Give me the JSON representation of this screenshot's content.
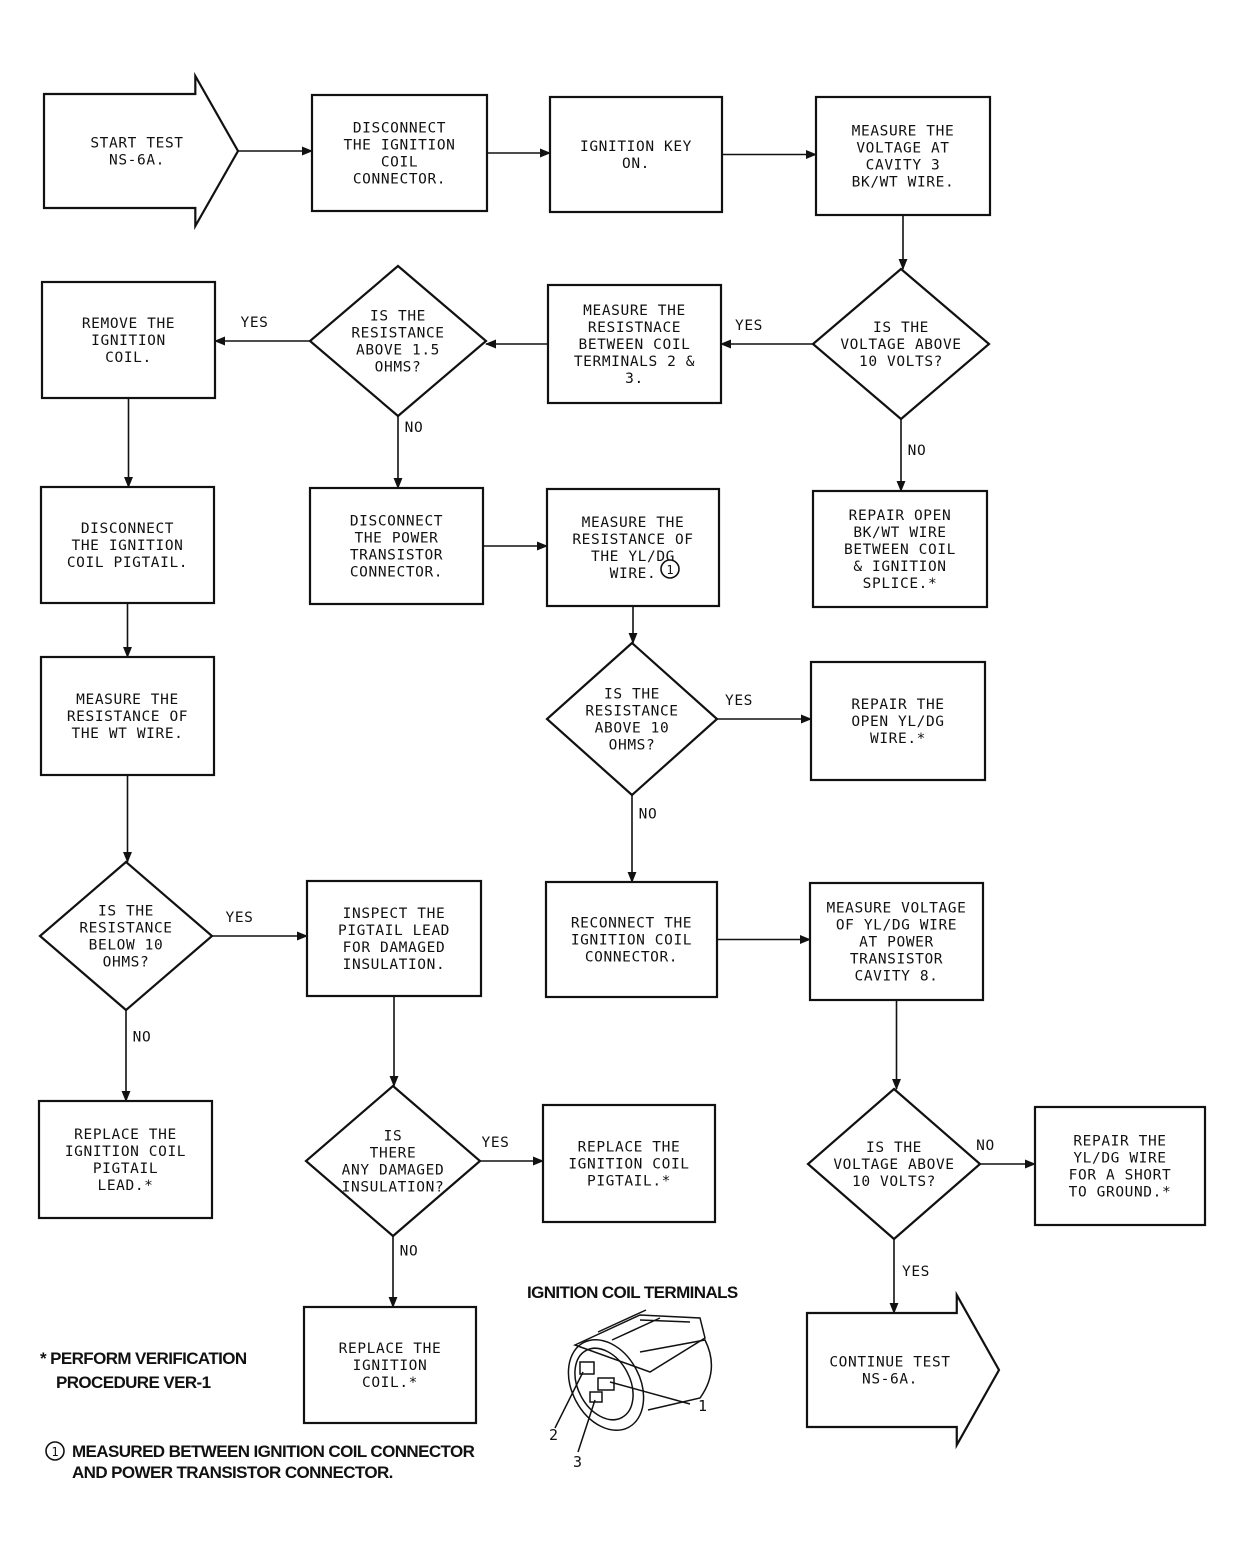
{
  "nodes": {
    "start": [
      "START TEST",
      "NS-6A."
    ],
    "disconnect_coil": [
      "DISCONNECT",
      "THE IGNITION",
      "COIL",
      "CONNECTOR."
    ],
    "key_on": [
      "IGNITION KEY",
      "ON."
    ],
    "measure_voltage_cavity3": [
      "MEASURE THE",
      "VOLTAGE AT",
      "CAVITY 3",
      "BK/WT WIRE."
    ],
    "voltage_above_10_q": [
      "IS THE",
      "VOLTAGE ABOVE",
      "10 VOLTS?"
    ],
    "measure_resistance_coil": [
      "MEASURE THE",
      "RESISTNACE",
      "BETWEEN COIL",
      "TERMINALS 2 &",
      "3."
    ],
    "resistance_above_15_q": [
      "IS THE",
      "RESISTANCE",
      "ABOVE 1.5",
      "OHMS?"
    ],
    "remove_coil": [
      "REMOVE THE",
      "IGNITION",
      "COIL."
    ],
    "repair_open_bkwt": [
      "REPAIR OPEN",
      "BK/WT WIRE",
      "BETWEEN COIL",
      "& IGNITION",
      "SPLICE.*"
    ],
    "disconnect_pigtail": [
      "DISCONNECT",
      "THE IGNITION",
      "COIL PIGTAIL."
    ],
    "disconnect_transistor": [
      "DISCONNECT",
      "THE POWER",
      "TRANSISTOR",
      "CONNECTOR."
    ],
    "measure_yldg": [
      "MEASURE THE",
      "RESISTANCE OF",
      "THE YL/DG",
      "WIRE."
    ],
    "resistance_above_10_q": [
      "IS THE",
      "RESISTANCE",
      "ABOVE 10",
      "OHMS?"
    ],
    "repair_open_yldg": [
      "REPAIR THE",
      "OPEN YL/DG",
      "WIRE.*"
    ],
    "measure_wt": [
      "MEASURE THE",
      "RESISTANCE OF",
      "THE WT WIRE."
    ],
    "resistance_below_10_q": [
      "IS THE",
      "RESISTANCE",
      "BELOW 10",
      "OHMS?"
    ],
    "inspect_pigtail": [
      "INSPECT THE",
      "PIGTAIL LEAD",
      "FOR DAMAGED",
      "INSULATION."
    ],
    "reconnect_coil": [
      "RECONNECT THE",
      "IGNITION COIL",
      "CONNECTOR."
    ],
    "measure_voltage_yldg": [
      "MEASURE VOLTAGE",
      "OF YL/DG WIRE",
      "AT POWER",
      "TRANSISTOR",
      "CAVITY 8."
    ],
    "replace_pigtail_lead": [
      "REPLACE THE",
      "IGNITION COIL",
      "PIGTAIL",
      "LEAD.*"
    ],
    "damaged_insulation_q": [
      "IS",
      "THERE",
      "ANY DAMAGED",
      "INSULATION?"
    ],
    "replace_pigtail": [
      "REPLACE THE",
      "IGNITION COIL",
      "PIGTAIL.*"
    ],
    "voltage_above_10_q2": [
      "IS THE",
      "VOLTAGE ABOVE",
      "10 VOLTS?"
    ],
    "repair_short": [
      "REPAIR THE",
      "YL/DG WIRE",
      "FOR A SHORT",
      "TO GROUND.*"
    ],
    "replace_coil": [
      "REPLACE THE",
      "IGNITION",
      "COIL.*"
    ],
    "continue": [
      "CONTINUE TEST",
      "NS-6A."
    ]
  },
  "edge_labels": {
    "yes": "YES",
    "no": "NO"
  },
  "footnote_marker": "1",
  "notes": {
    "verification_line1": "* PERFORM VERIFICATION",
    "verification_line2": "PROCEDURE VER-1",
    "measured_line1": "MEASURED BETWEEN IGNITION COIL CONNECTOR",
    "measured_line2": "AND POWER TRANSISTOR CONNECTOR."
  },
  "coil_illustration": {
    "title": "IGNITION COIL TERMINALS",
    "terminal_1": "1",
    "terminal_2": "2",
    "terminal_3": "3"
  }
}
